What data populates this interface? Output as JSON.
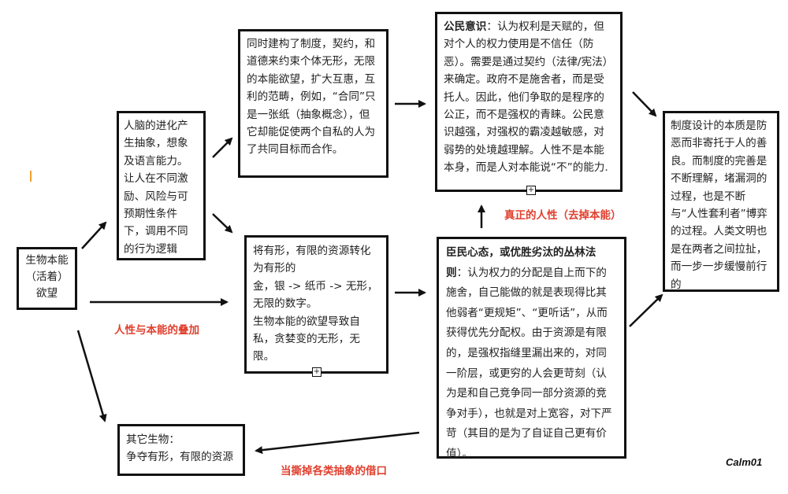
{
  "nodes": {
    "instinct": {
      "lines": [
        "生物本能",
        "（活着）",
        "欲望"
      ]
    },
    "brain": {
      "text": "人脑的进化产生抽象，想象及语言能力。让人在不同激励、风险与可预期性条件下，调用不同的行为逻辑"
    },
    "institutions": {
      "text": "同时建构了制度，契约，和道德来约束个体无形，无限的本能欲望，扩大互惠，互利的范畴，例如，“合同”只是一张纸（抽象概念），但它却能促使两个自私的人为了共同目标而合作。"
    },
    "civic": {
      "title": "公民意识",
      "text": "：认为权利是天赋的，但对个人的权力使用是不信任（防恶）。需要是通过契约（法律/宪法）来确定。政府不是施舍者，而是受托人。因此，他们争取的是程序的公正，而不是强权的青睐。公民意识越强，对强权的霸凌越敏感，对弱势的处境越理解。人性不是本能本身，而是人对本能说“不”的能力."
    },
    "design": {
      "text": "制度设计的本质是防恶而非寄托于人的善良。而制度的完善是不断理解，堵漏洞的过程，也是不断与“人性套利者”博弈的过程。人类文明也是在两者之间拉扯，而一步一步缓慢前行的"
    },
    "resources": {
      "lines": [
        "将有形，有限的资源转化为有形的",
        "金，银 -> 纸币 -> 无形，无限的数字。",
        "生物本能的欲望导致自私，贪婪变的无形，无限。"
      ]
    },
    "subject": {
      "title": "臣民心态，或优胜劣汰的丛林法则",
      "text": "：认为权力的分配是自上而下的施舍，自己能做的就是表现得比其他弱者“更规矩”、“更听话”，从而获得优先分配权。由于资源是有限的，是强权指缝里漏出来的，对同一阶层，或更穷的人会更苛刻（认为是和自己竞争同一部分资源的竞争对手），也就是对上宽容，对下严苛（其目的是为了自证自己更有价值）。"
    },
    "others": {
      "lines": [
        "其它生物：",
        "争夺有形，有限的资源"
      ]
    }
  },
  "labels": {
    "overlay": "人性与本能的叠加",
    "true_humanity": "真正的人性（去掉本能）",
    "strip_excuse": "当撕掉各类抽象的借口"
  },
  "expander_symbol": "+",
  "signature": "Calm01",
  "colors": {
    "accent_red": "#e0402f",
    "border": "#111111",
    "cursor": "#f0a030"
  }
}
